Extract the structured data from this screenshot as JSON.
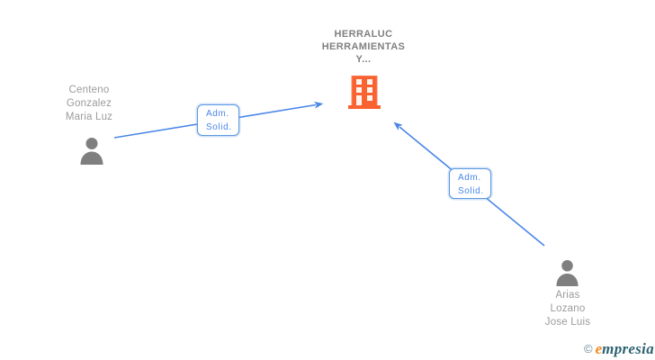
{
  "diagram": {
    "company": {
      "name": "HERRALUC\nHERRAMIENTAS\nY..."
    },
    "persons": [
      {
        "name": "Centeno\nGonzalez\nMaria Luz",
        "position": "left"
      },
      {
        "name": "Arias\nLozano\nJose Luis",
        "position": "bottom-right"
      }
    ],
    "relations": [
      {
        "label": "Adm.\nSolid.",
        "from": "Centeno Gonzalez Maria Luz",
        "to": "HERRALUC HERRAMIENTAS Y..."
      },
      {
        "label": "Adm.\nSolid.",
        "from": "Arias Lozano Jose Luis",
        "to": "HERRALUC HERRAMIENTAS Y..."
      }
    ]
  },
  "logo": {
    "copyright": "©",
    "accent": "e",
    "rest": "mpresia"
  },
  "colors": {
    "building_orange": "#f96332",
    "edge_blue": "#4a86e8",
    "label_border_blue": "#5c9ae0",
    "person_gray": "#7f7f7f",
    "company_title_gray": "#808080",
    "person_name_gray": "#9b9b9b",
    "logo_orange": "#f0861c",
    "logo_teal": "#2d6272",
    "background": "#ffffff"
  }
}
